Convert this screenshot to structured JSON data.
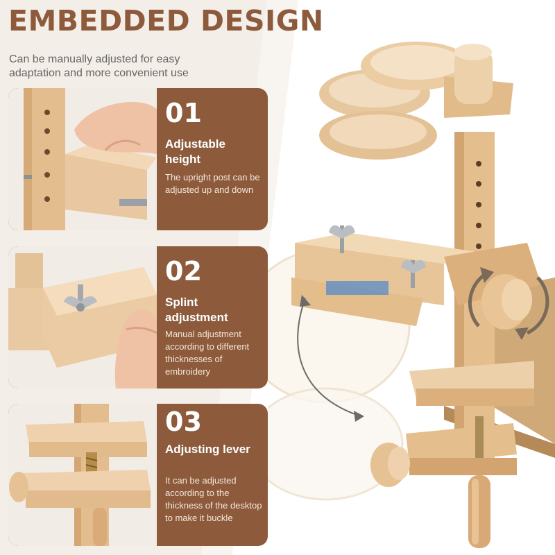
{
  "title": "EMBEDDED DESIGN",
  "subtitle": "Can be manually adjusted for easy adaptation and more convenient use",
  "colors": {
    "accent": "#8d5b3c",
    "panel_bg": "#f1ece6",
    "wood_light": "#e9c9a0",
    "wood_mid": "#d9ab78",
    "wood_dark": "#b9824f"
  },
  "features": [
    {
      "number": "01",
      "heading": "Adjustable height",
      "description": "The upright post can be adjusted up and down",
      "photo_icon": "wooden-post-photo"
    },
    {
      "number": "02",
      "heading": "Splint adjustment",
      "description": "Manual adjustment according to different thicknesses of embroidery",
      "photo_icon": "wing-screw-clamp-photo"
    },
    {
      "number": "03",
      "heading": "Adjusting lever",
      "description": "It can be adjusted according to the thickness of the desktop to make it buckle",
      "photo_icon": "screw-clamp-photo"
    }
  ],
  "product_icon": "embroidery-stand-photo"
}
